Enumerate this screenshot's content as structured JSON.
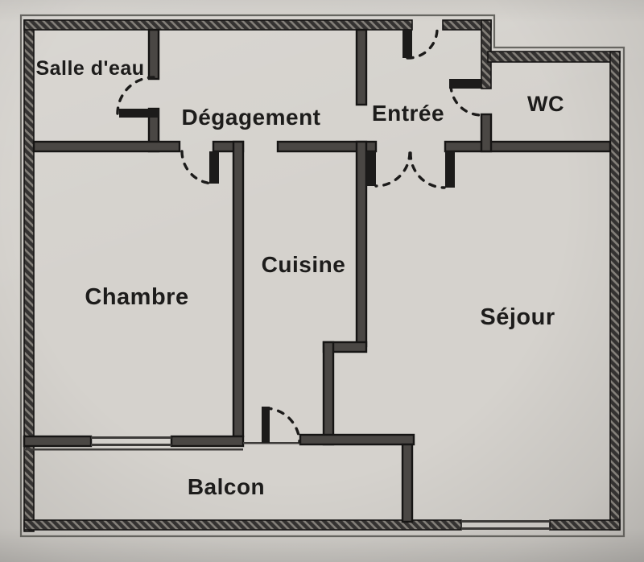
{
  "meta": {
    "kind": "scanned apartment floor plan"
  },
  "colors": {
    "paper": "#d5d2cd",
    "wall_dark": "#1c1b1a",
    "wall_interior": "#4a4744",
    "outline": "#4d4b48",
    "window_line": "#3d3b39",
    "text": "#1d1c1b"
  },
  "rooms": {
    "salle_deau": {
      "label": "Salle d'eau"
    },
    "degagement": {
      "label": "Dégagement"
    },
    "entree": {
      "label": "Entrée"
    },
    "wc": {
      "label": "WC"
    },
    "chambre": {
      "label": "Chambre"
    },
    "cuisine": {
      "label": "Cuisine"
    },
    "sejour": {
      "label": "Séjour"
    },
    "balcon": {
      "label": "Balcon"
    }
  }
}
